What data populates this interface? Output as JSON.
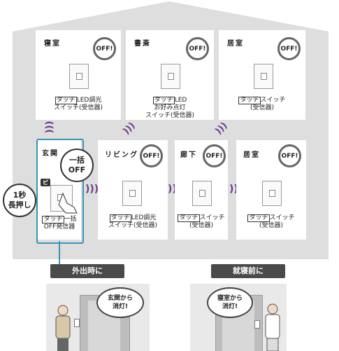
{
  "rooms": {
    "shinshitsu": {
      "name": "寝室",
      "badge": "OFF!",
      "tag": "タッチ",
      "line1": "LED調光",
      "line2": "スイッチ(受信器)"
    },
    "shosai": {
      "name": "書斎",
      "badge": "OFF!",
      "tag": "タッチ",
      "line1": "LED",
      "line2": "お好み点灯",
      "line3": "スイッチ(受信器)"
    },
    "kyoshitsu_top": {
      "name": "居室",
      "badge": "OFF!",
      "tag": "タッチ",
      "line1": "スイッチ",
      "line2": "(受信器)"
    },
    "genkan": {
      "name": "玄関",
      "tag": "タッチ",
      "line1": "一括",
      "line2": "OFF発信器"
    },
    "living": {
      "name": "リビング",
      "badge": "OFF!",
      "tag": "タッチ",
      "line1": "LED調光",
      "line2": "スイッチ(受信器)"
    },
    "rouka": {
      "name": "廊下",
      "badge": "OFF!",
      "tag": "タッチ",
      "line1": "スイッチ",
      "line2": "(受信器)"
    },
    "kyoshitsu_bottom": {
      "name": "居室",
      "badge": "OFF!",
      "tag": "タッチ",
      "line1": "スイッチ",
      "line2": "(受信器)"
    }
  },
  "callouts": {
    "ikkatsu_line1": "一括",
    "ikkatsu_line2": "OFF",
    "press_line1": "1秒",
    "press_line2": "長押し",
    "beep": "ピ"
  },
  "scenes": {
    "going_out": {
      "label": "外出時に",
      "speech_line1": "玄関から",
      "speech_line2": "消灯!"
    },
    "bedtime": {
      "label": "就寝前に",
      "speech_line1": "寝室から",
      "speech_line2": "消灯!"
    }
  },
  "colors": {
    "house": "#dedede",
    "accent": "#3a93b7",
    "wave": "#6b3a8f",
    "label_bg": "#4a4a4a"
  }
}
